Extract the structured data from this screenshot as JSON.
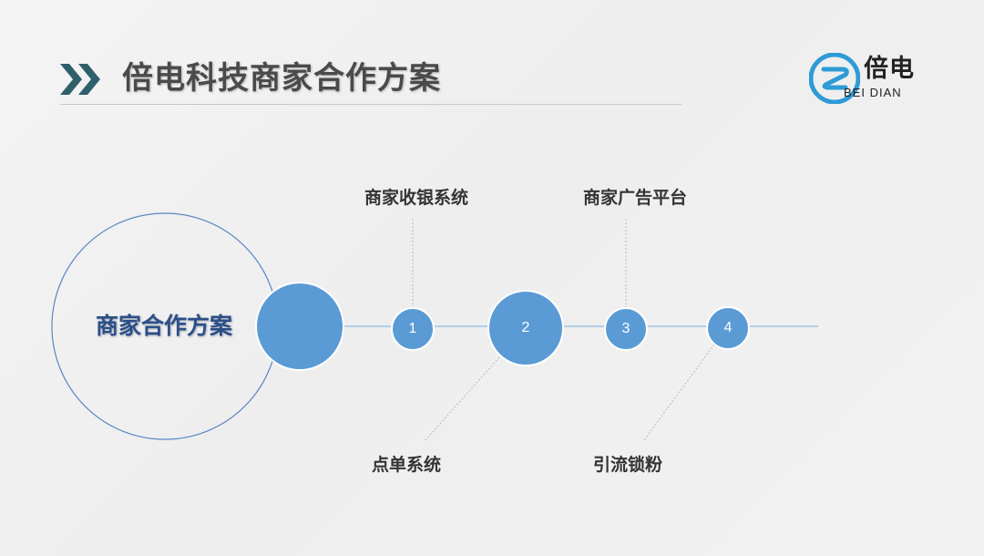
{
  "header": {
    "title": "倍电科技商家合作方案",
    "logo": {
      "name": "倍电",
      "subtitle": "BEI DIAN",
      "icon": "beidian-logo-icon"
    },
    "decor_icon": "double-chevron-right-icon"
  },
  "diagram": {
    "center_label": "商家合作方案",
    "steps": [
      {
        "number": "1",
        "label": "商家收银系统"
      },
      {
        "number": "2",
        "label": "点单系统"
      },
      {
        "number": "3",
        "label": "商家广告平台"
      },
      {
        "number": "4",
        "label": "引流锁粉"
      }
    ]
  },
  "colors": {
    "node_fill": "#5b9bd5",
    "node_stroke": "#ffffff",
    "connector": "#9dc3e6",
    "center_ring": "#5b87c3",
    "title_text": "#4a4a4a",
    "center_text": "#2c4f86",
    "chevron": "#2f5f6b"
  }
}
